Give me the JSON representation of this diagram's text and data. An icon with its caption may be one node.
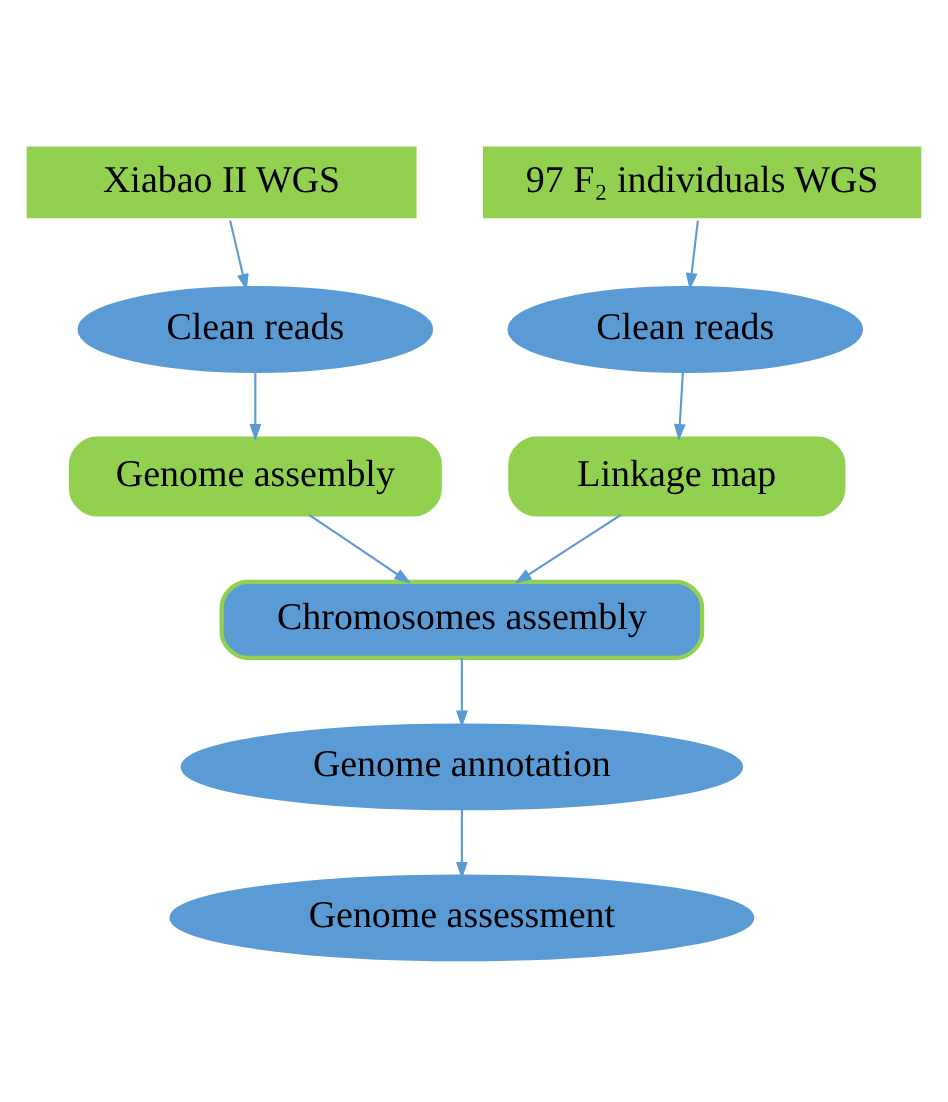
{
  "diagram": {
    "nodes": [
      {
        "text": [
          "Xiabao II WGS"
        ]
      },
      {
        "text": [
          "97 F₂ individuals WGS"
        ]
      },
      {
        "text": [
          "Clean reads"
        ]
      },
      {
        "text": [
          "Clean reads"
        ]
      },
      {
        "text": [
          "Genome assembly"
        ]
      },
      {
        "text": [
          "Linkage map"
        ]
      },
      {
        "text": [
          "Chromosomes assembly"
        ]
      },
      {
        "text": [
          "Genome annotation"
        ]
      },
      {
        "text": [
          "Genome assessment"
        ]
      }
    ],
    "edges": [
      {
        "from": 0,
        "to": 2,
        "arrow": "to"
      },
      {
        "from": 1,
        "to": 3,
        "arrow": "to"
      },
      {
        "from": 2,
        "to": 4,
        "arrow": "to"
      },
      {
        "from": 3,
        "to": 5,
        "arrow": "to"
      },
      {
        "from": 4,
        "to": 6,
        "arrow": "to"
      },
      {
        "from": 5,
        "to": 6,
        "arrow": "to"
      },
      {
        "from": 6,
        "to": 7,
        "arrow": "to"
      },
      {
        "from": 7,
        "to": 8,
        "arrow": "to"
      }
    ]
  }
}
